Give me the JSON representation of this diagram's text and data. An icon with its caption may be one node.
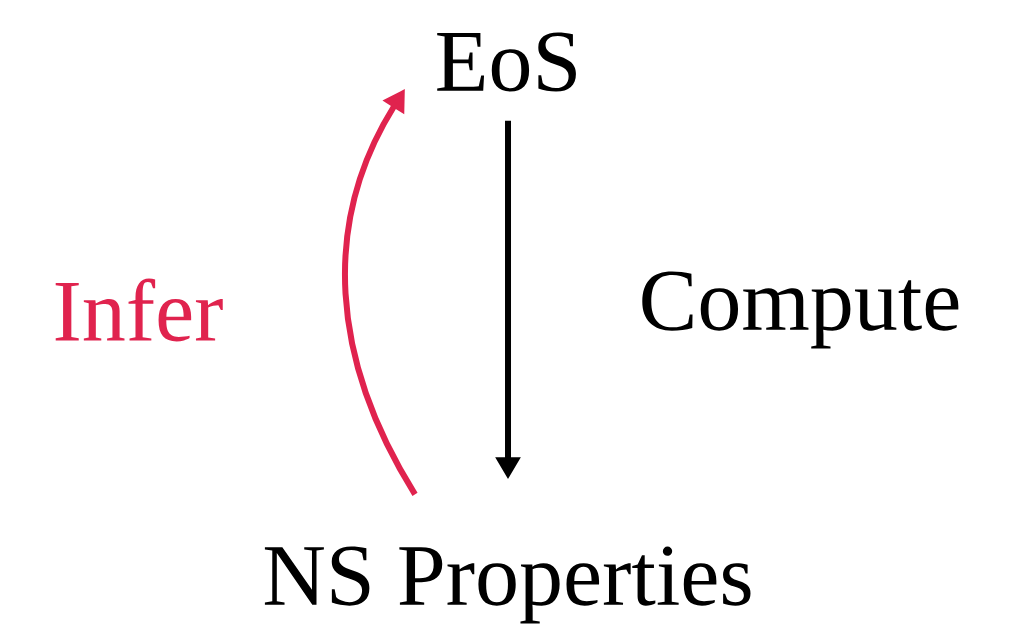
{
  "diagram": {
    "nodes": [
      {
        "text": [
          "EoS"
        ]
      },
      {
        "text": [
          "NS Properties"
        ]
      }
    ],
    "edges": [
      {
        "from": 1,
        "to": 0,
        "arrow": "to",
        "label": "Infer",
        "color": "#e0234e"
      },
      {
        "from": 0,
        "to": 1,
        "arrow": "to",
        "label": "Compute",
        "color": "#000000"
      }
    ]
  }
}
